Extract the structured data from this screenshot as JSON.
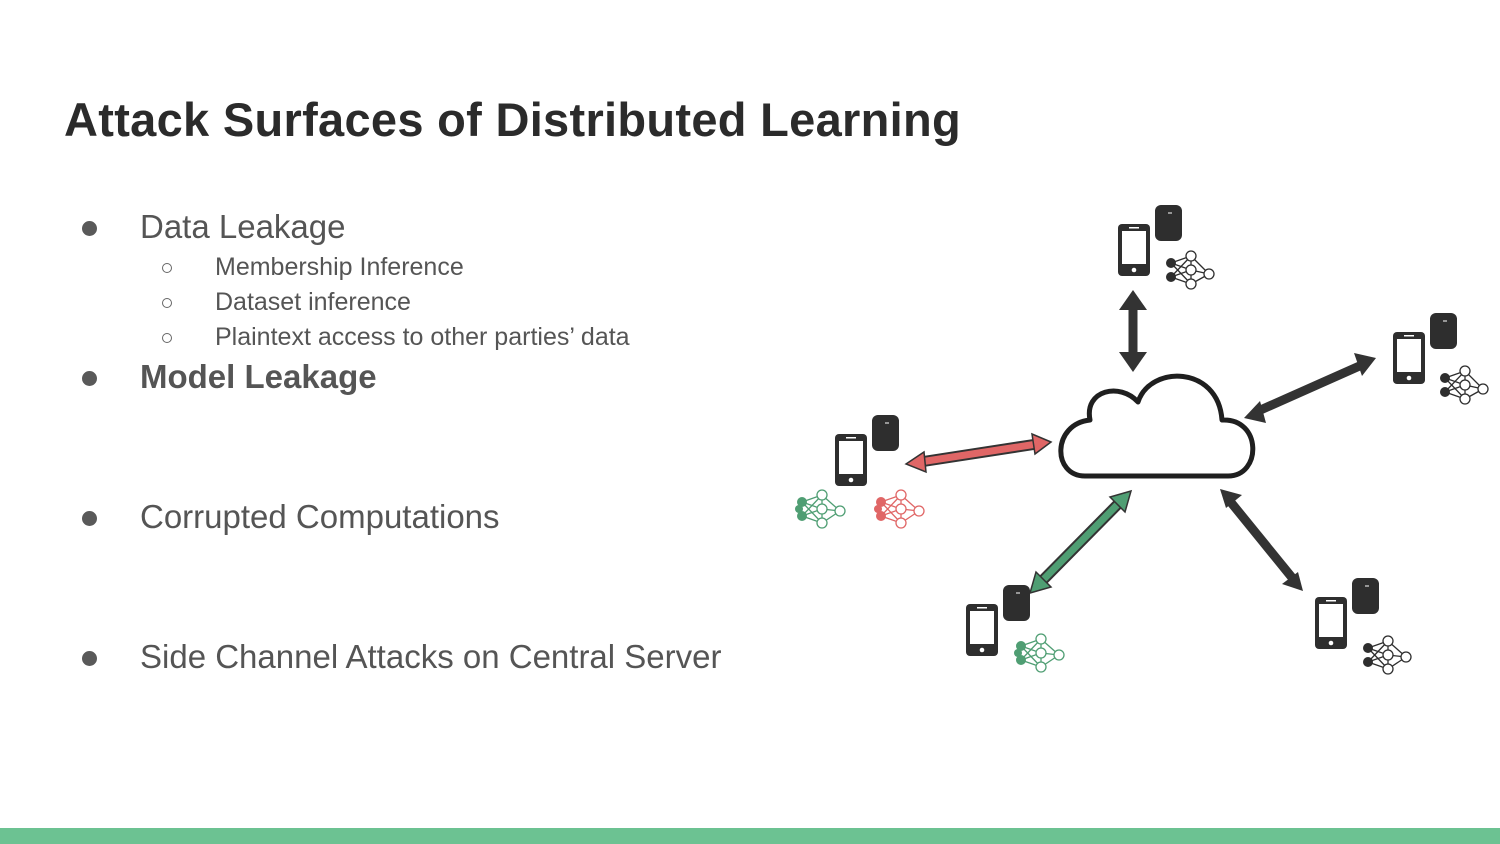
{
  "slide": {
    "title": "Attack Surfaces of Distributed Learning",
    "bullets": [
      {
        "text": "Data Leakage",
        "bold": false,
        "sub": [
          "Membership Inference",
          "Dataset inference",
          "Plaintext access to other parties’ data"
        ]
      },
      {
        "text": "Model Leakage",
        "bold": true,
        "sub": []
      },
      {
        "text": "Corrupted Computations",
        "bold": false,
        "sub": []
      },
      {
        "text": "Side Channel Attacks on Central Server",
        "bold": false,
        "sub": []
      }
    ]
  },
  "diagram": {
    "center_icon": "cloud-server-icon",
    "client_icons": [
      "smartphone-icon",
      "database-icon",
      "neural-network-icon"
    ],
    "colors": {
      "dark": "#333333",
      "red": "#e06666",
      "green": "#4f9e73",
      "accent_bar": "#6cc292"
    }
  }
}
